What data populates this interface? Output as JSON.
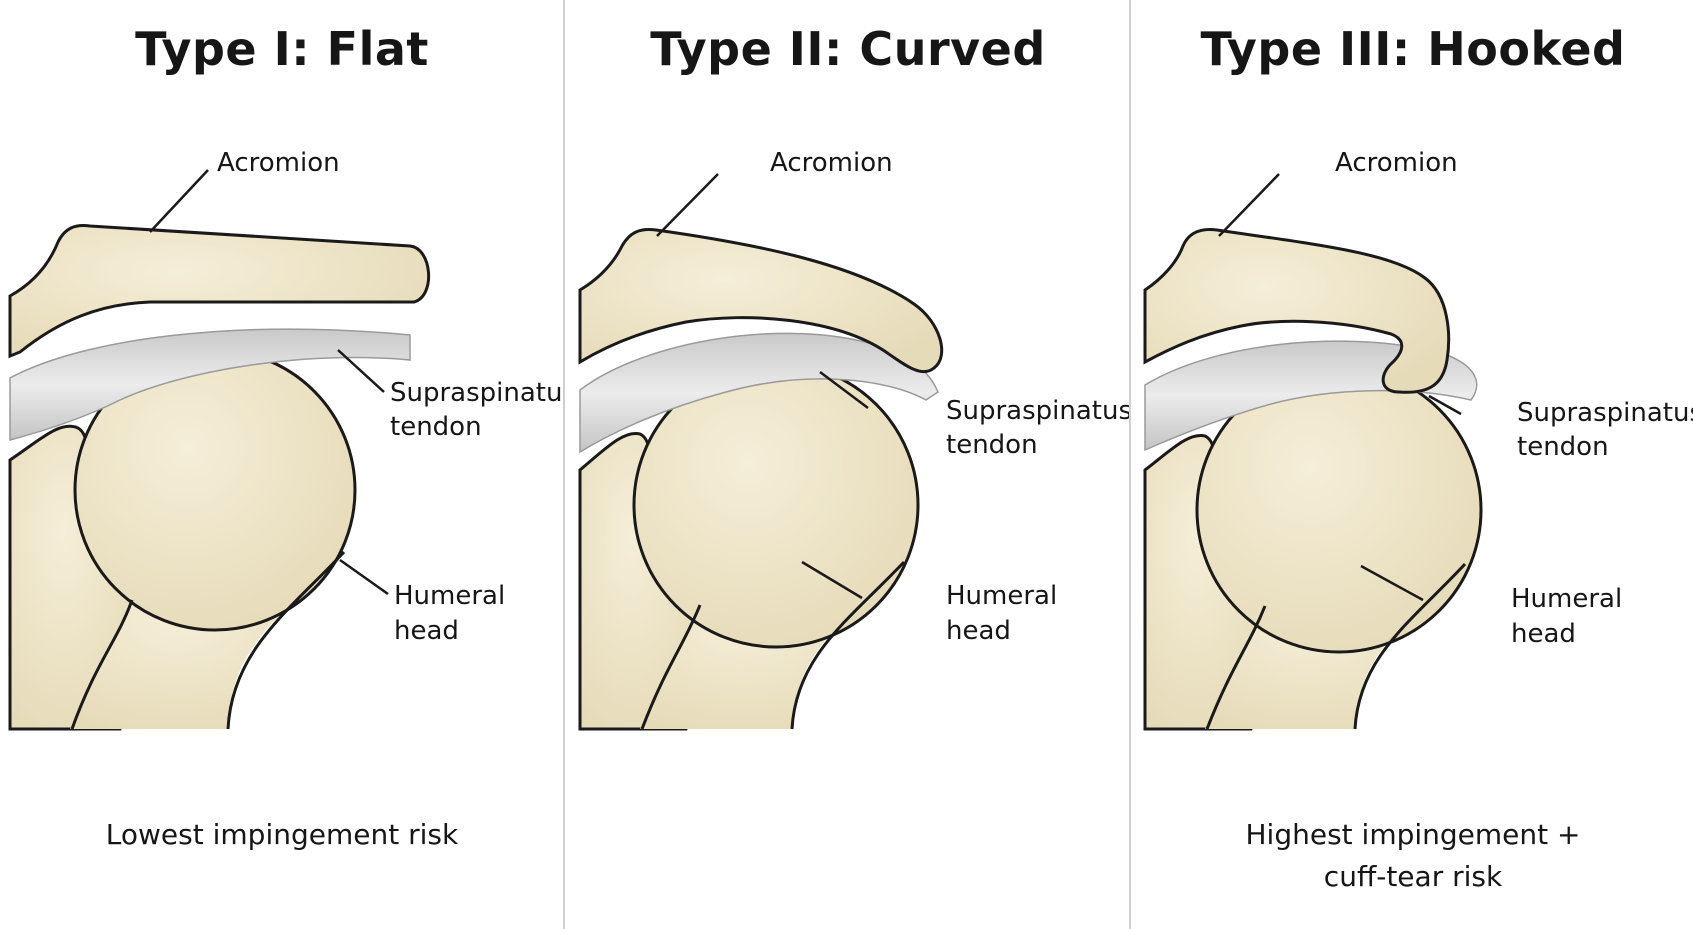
{
  "panels": [
    {
      "title": "Type I: Flat",
      "labels": {
        "acromion": "Acromion",
        "tendon_line1": "Supraspinatus",
        "tendon_line2": "tendon",
        "head_line1": "Humeral",
        "head_line2": "head"
      },
      "caption_line1": "Lowest impingement risk",
      "caption_line2": ""
    },
    {
      "title": "Type II: Curved",
      "labels": {
        "acromion": "Acromion",
        "tendon_line1": "Supraspinatus",
        "tendon_line2": "tendon",
        "head_line1": "Humeral",
        "head_line2": "head"
      },
      "caption_line1": "",
      "caption_line2": ""
    },
    {
      "title": "Type III: Hooked",
      "labels": {
        "acromion": "Acromion",
        "tendon_line1": "Supraspinatus",
        "tendon_line2": "tendon",
        "head_line1": "Humeral",
        "head_line2": "head"
      },
      "caption_line1": "Highest impingement +",
      "caption_line2": "cuff-tear risk"
    }
  ],
  "colors": {
    "bone": "#efe6cc",
    "bone_outline": "#1a1a1a",
    "tendon": "#d9d9d9",
    "divider": "#cfcfcf"
  }
}
